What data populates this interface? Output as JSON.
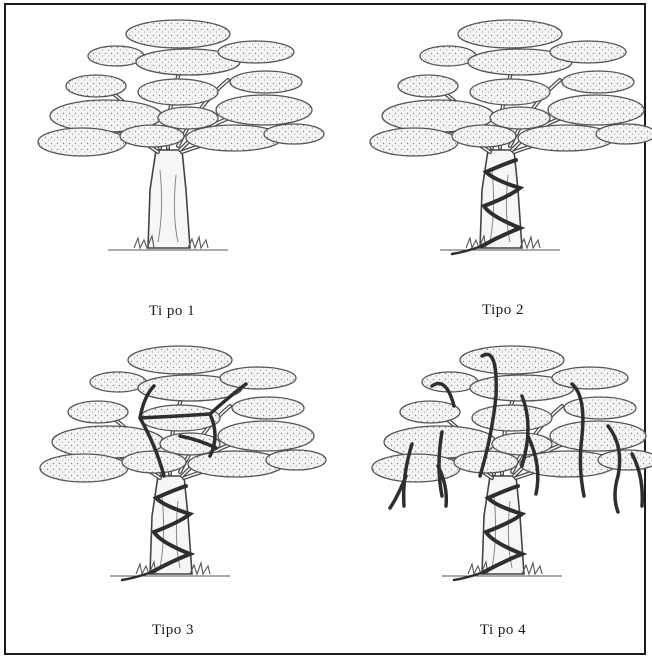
{
  "figure": {
    "panels": [
      {
        "label": "Ti po  1"
      },
      {
        "label": "Tipo 2"
      },
      {
        "label": "Tipo 3"
      },
      {
        "label": "Ti po 4"
      }
    ]
  },
  "colors": {
    "border": "#1a1a1a",
    "tree_fill": "#f2f2f2",
    "tree_line": "#4a4a4a",
    "vine": "#2e2e2e"
  }
}
